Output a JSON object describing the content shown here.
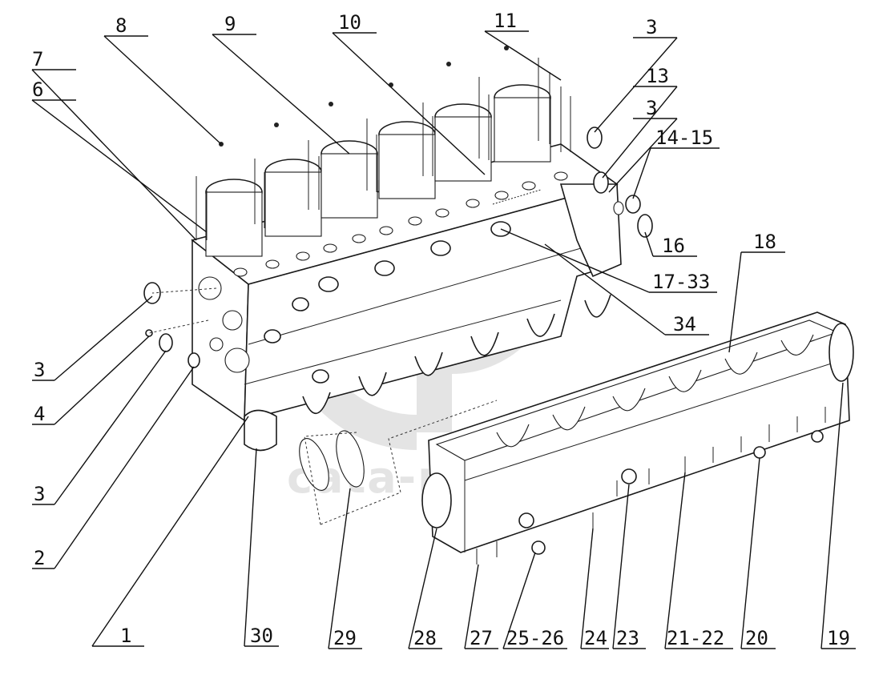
{
  "watermark": {
    "text": "cata-parts",
    "logo": "cp-logo-watermark"
  },
  "callouts": [
    {
      "id": "c8",
      "label": "8"
    },
    {
      "id": "c9",
      "label": "9"
    },
    {
      "id": "c10",
      "label": "10"
    },
    {
      "id": "c11",
      "label": "11"
    },
    {
      "id": "c7",
      "label": "7"
    },
    {
      "id": "c6",
      "label": "6"
    },
    {
      "id": "c3a",
      "label": "3"
    },
    {
      "id": "c13",
      "label": "13"
    },
    {
      "id": "c3b",
      "label": "3"
    },
    {
      "id": "c14",
      "label": "14-15"
    },
    {
      "id": "c16",
      "label": "16"
    },
    {
      "id": "c18",
      "label": "18"
    },
    {
      "id": "c17",
      "label": "17-33"
    },
    {
      "id": "c34",
      "label": "34"
    },
    {
      "id": "c3c",
      "label": "3"
    },
    {
      "id": "c4",
      "label": "4"
    },
    {
      "id": "c3d",
      "label": "3"
    },
    {
      "id": "c2",
      "label": "2"
    },
    {
      "id": "c1",
      "label": "1"
    },
    {
      "id": "c30",
      "label": "30"
    },
    {
      "id": "c29",
      "label": "29"
    },
    {
      "id": "c28",
      "label": "28"
    },
    {
      "id": "c27",
      "label": "27"
    },
    {
      "id": "c25",
      "label": "25-26"
    },
    {
      "id": "c24",
      "label": "24"
    },
    {
      "id": "c23",
      "label": "23"
    },
    {
      "id": "c21",
      "label": "21-22"
    },
    {
      "id": "c20",
      "label": "20"
    },
    {
      "id": "c19",
      "label": "19"
    }
  ]
}
